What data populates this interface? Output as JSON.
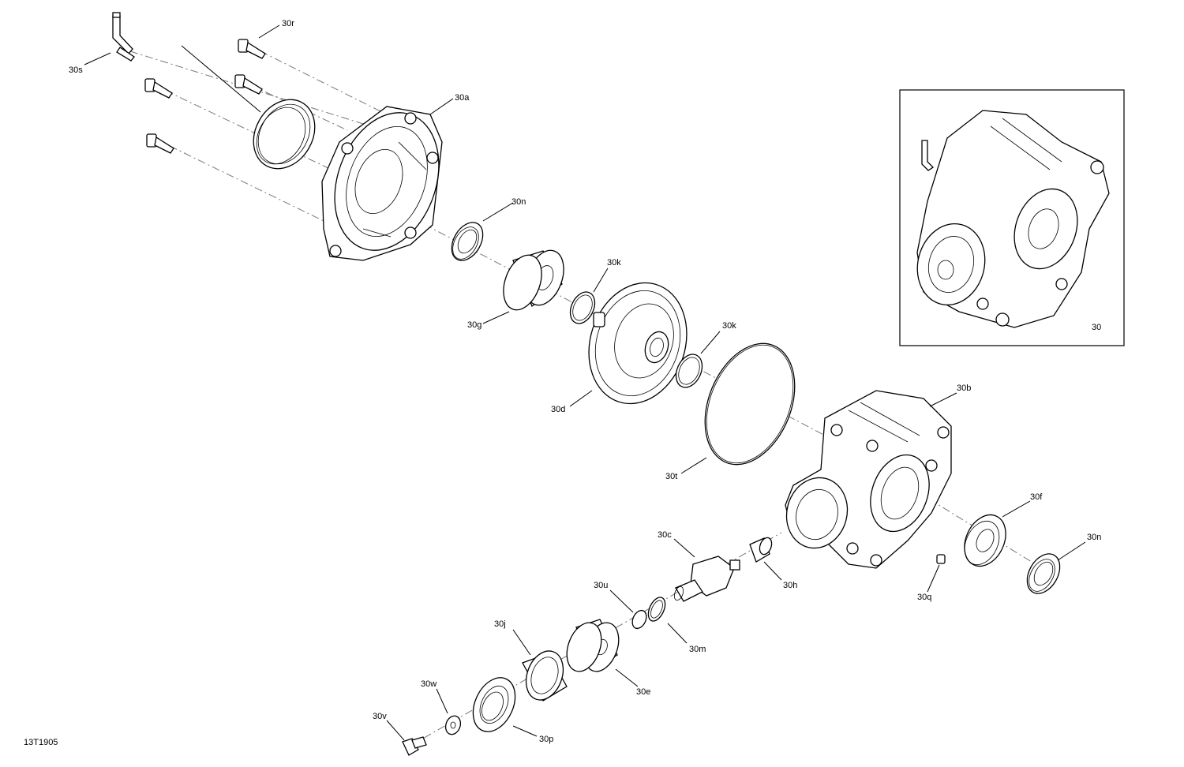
{
  "labels": {
    "s30s": "30s",
    "s30r": "30r",
    "s30a": "30a",
    "s30n_top": "30n",
    "s30k_1": "30k",
    "s30g": "30g",
    "s30k_2": "30k",
    "s30d": "30d",
    "s30t": "30t",
    "s30b": "30b",
    "s30f": "30f",
    "s30n_bottom": "30n",
    "s30c": "30c",
    "s30h": "30h",
    "s30q": "30q",
    "s30u": "30u",
    "s30m": "30m",
    "s30j": "30j",
    "s30e": "30e",
    "s30w": "30w",
    "s30v": "30v",
    "s30p": "30p",
    "inset": "30"
  },
  "figure_id": "13T1905"
}
